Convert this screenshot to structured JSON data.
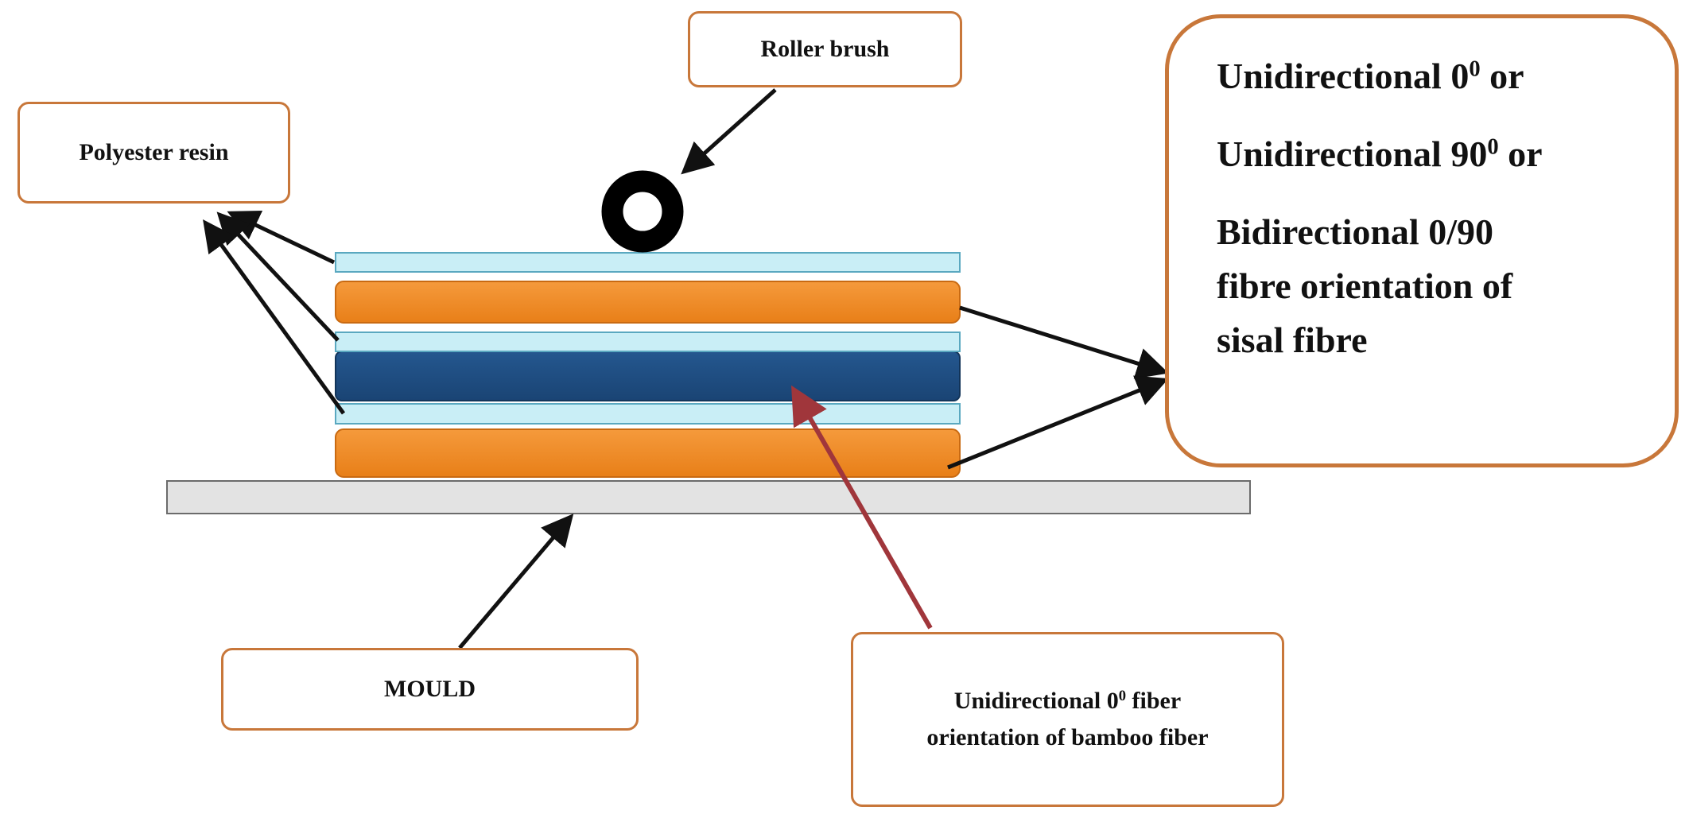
{
  "labels": {
    "roller_brush": "Roller brush",
    "polyester_resin": "Polyester resin",
    "mould": "MOULD",
    "bamboo_line1_pre": "Unidirectional 0",
    "bamboo_line1_sup": "0",
    "bamboo_line1_post": " fiber",
    "bamboo_line2": "orientation of bamboo fiber",
    "sisal_line1_pre": "Unidirectional 0",
    "sisal_line1_sup": "0",
    "sisal_line1_post": " or",
    "sisal_line2_pre": "Unidirectional 90",
    "sisal_line2_sup": "0",
    "sisal_line2_post": " or",
    "sisal_line3": "Bidirectional 0/90",
    "sisal_line4": "fibre orientation of",
    "sisal_line5": "sisal fibre"
  },
  "colors": {
    "box_border": "#c8773a",
    "resin_layer": "#c9eef6",
    "sisal_layer": "#f08a24",
    "bamboo_layer": "#1f4e82",
    "mould": "#e3e3e3",
    "bamboo_arrow": "#a0363b",
    "arrow": "#111111"
  }
}
